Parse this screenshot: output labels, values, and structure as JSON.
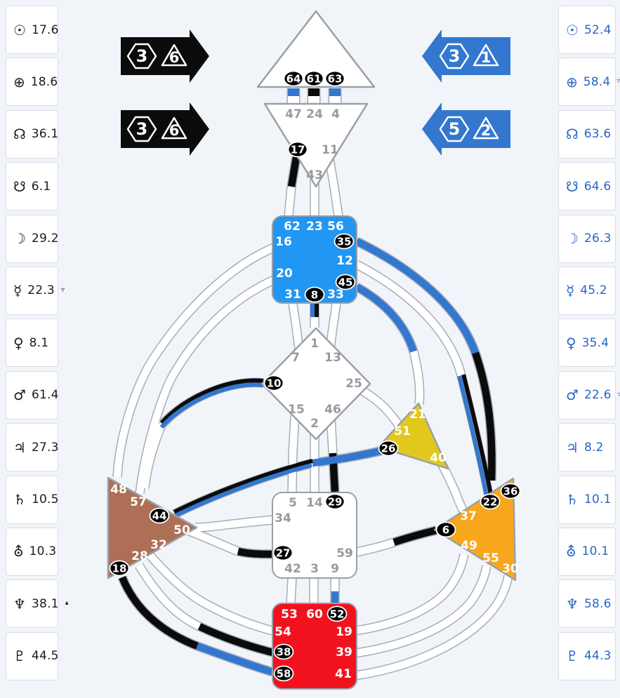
{
  "palette": {
    "background": "#f1f4f9",
    "design_color": "#0b0b0b",
    "personality_color": "#3377cf",
    "personality_text": "#2767c6",
    "throat_fill": "#2196f3",
    "heart_fill": "#e2c81d",
    "spleen_fill": "#ad6f55",
    "solar_plexus_fill": "#f7a71b",
    "root_fill": "#f2121e",
    "white_center_fill": "#ffffff",
    "inactive_gate_gray": "#9a9a9a",
    "center_border": "#9aa0a8",
    "channel_outline": "#a7adb5"
  },
  "design_column": [
    {
      "planet": "sun",
      "glyph": "☉",
      "value": "17.6",
      "marker": ""
    },
    {
      "planet": "earth",
      "glyph": "⊕",
      "value": "18.6",
      "marker": ""
    },
    {
      "planet": "north-node",
      "glyph": "☊",
      "value": "36.1",
      "marker": ""
    },
    {
      "planet": "south-node",
      "glyph": "☋",
      "value": "6.1",
      "marker": ""
    },
    {
      "planet": "moon",
      "glyph": "☽",
      "value": "29.2",
      "marker": ""
    },
    {
      "planet": "mercury",
      "glyph": "☿",
      "value": "22.3",
      "marker": "▿"
    },
    {
      "planet": "venus",
      "glyph": "♀",
      "value": "8.1",
      "marker": ""
    },
    {
      "planet": "mars",
      "glyph": "♂",
      "value": "61.4",
      "marker": ""
    },
    {
      "planet": "jupiter",
      "glyph": "♃",
      "value": "27.3",
      "marker": ""
    },
    {
      "planet": "saturn",
      "glyph": "♄",
      "value": "10.5",
      "marker": ""
    },
    {
      "planet": "uranus",
      "glyph": "⛢",
      "value": "10.3",
      "marker": ""
    },
    {
      "planet": "neptune",
      "glyph": "♆",
      "value": "38.1",
      "marker": "▴"
    },
    {
      "planet": "pluto",
      "glyph": "♇",
      "value": "44.5",
      "marker": ""
    }
  ],
  "personality_column": [
    {
      "planet": "sun",
      "glyph": "☉",
      "value": "52.4",
      "marker": ""
    },
    {
      "planet": "earth",
      "glyph": "⊕",
      "value": "58.4",
      "marker": "▿"
    },
    {
      "planet": "north-node",
      "glyph": "☊",
      "value": "63.6",
      "marker": ""
    },
    {
      "planet": "south-node",
      "glyph": "☋",
      "value": "64.6",
      "marker": ""
    },
    {
      "planet": "moon",
      "glyph": "☽",
      "value": "26.3",
      "marker": ""
    },
    {
      "planet": "mercury",
      "glyph": "☿",
      "value": "45.2",
      "marker": ""
    },
    {
      "planet": "venus",
      "glyph": "♀",
      "value": "35.4",
      "marker": ""
    },
    {
      "planet": "mars",
      "glyph": "♂",
      "value": "22.6",
      "marker": "▿"
    },
    {
      "planet": "jupiter",
      "glyph": "♃",
      "value": "8.2",
      "marker": ""
    },
    {
      "planet": "saturn",
      "glyph": "♄",
      "value": "10.1",
      "marker": ""
    },
    {
      "planet": "uranus",
      "glyph": "⛢",
      "value": "10.1",
      "marker": ""
    },
    {
      "planet": "neptune",
      "glyph": "♆",
      "value": "58.6",
      "marker": ""
    },
    {
      "planet": "pluto",
      "glyph": "♇",
      "value": "44.3",
      "marker": ""
    }
  ],
  "profile_arrows": {
    "design": [
      {
        "hexagon": "3",
        "triangle": "6"
      },
      {
        "hexagon": "3",
        "triangle": "6"
      }
    ],
    "personality": [
      {
        "hexagon": "3",
        "triangle": "1"
      },
      {
        "hexagon": "5",
        "triangle": "2"
      }
    ]
  },
  "centers": {
    "head": {
      "fill": "white",
      "gates": [
        {
          "num": "64",
          "active": true
        },
        {
          "num": "61",
          "active": true
        },
        {
          "num": "63",
          "active": true
        }
      ]
    },
    "ajna": {
      "fill": "white",
      "gates": [
        {
          "num": "47",
          "active": false
        },
        {
          "num": "24",
          "active": false
        },
        {
          "num": "4",
          "active": false
        },
        {
          "num": "17",
          "active": true
        },
        {
          "num": "11",
          "active": false
        },
        {
          "num": "43",
          "active": false
        }
      ]
    },
    "throat": {
      "fill": "throat",
      "gates": [
        {
          "num": "62",
          "active": false
        },
        {
          "num": "23",
          "active": false
        },
        {
          "num": "56",
          "active": false
        },
        {
          "num": "16",
          "active": false
        },
        {
          "num": "35",
          "active": true
        },
        {
          "num": "12",
          "active": false
        },
        {
          "num": "20",
          "active": false
        },
        {
          "num": "45",
          "active": true
        },
        {
          "num": "31",
          "active": false
        },
        {
          "num": "8",
          "active": true
        },
        {
          "num": "33",
          "active": false
        }
      ]
    },
    "g": {
      "fill": "white",
      "gates": [
        {
          "num": "1",
          "active": false
        },
        {
          "num": "7",
          "active": false
        },
        {
          "num": "13",
          "active": false
        },
        {
          "num": "10",
          "active": true
        },
        {
          "num": "25",
          "active": false
        },
        {
          "num": "15",
          "active": false
        },
        {
          "num": "46",
          "active": false
        },
        {
          "num": "2",
          "active": false
        }
      ]
    },
    "heart": {
      "fill": "heart",
      "gates": [
        {
          "num": "21",
          "active": false
        },
        {
          "num": "51",
          "active": false
        },
        {
          "num": "26",
          "active": true
        },
        {
          "num": "40",
          "active": false
        }
      ]
    },
    "spleen": {
      "fill": "spleen",
      "gates": [
        {
          "num": "48",
          "active": false
        },
        {
          "num": "57",
          "active": false
        },
        {
          "num": "44",
          "active": true
        },
        {
          "num": "50",
          "active": false
        },
        {
          "num": "32",
          "active": false
        },
        {
          "num": "28",
          "active": false
        },
        {
          "num": "18",
          "active": true
        }
      ]
    },
    "solar_plexus": {
      "fill": "solar",
      "gates": [
        {
          "num": "36",
          "active": true
        },
        {
          "num": "22",
          "active": true
        },
        {
          "num": "37",
          "active": false
        },
        {
          "num": "6",
          "active": true
        },
        {
          "num": "49",
          "active": false
        },
        {
          "num": "55",
          "active": false
        },
        {
          "num": "30",
          "active": false
        }
      ]
    },
    "sacral": {
      "fill": "white",
      "gates": [
        {
          "num": "5",
          "active": false
        },
        {
          "num": "14",
          "active": false
        },
        {
          "num": "29",
          "active": true
        },
        {
          "num": "34",
          "active": false
        },
        {
          "num": "27",
          "active": true
        },
        {
          "num": "59",
          "active": false
        },
        {
          "num": "42",
          "active": false
        },
        {
          "num": "3",
          "active": false
        },
        {
          "num": "9",
          "active": false
        }
      ]
    },
    "root": {
      "fill": "root",
      "gates": [
        {
          "num": "53",
          "active": false
        },
        {
          "num": "60",
          "active": false
        },
        {
          "num": "52",
          "active": true
        },
        {
          "num": "54",
          "active": false
        },
        {
          "num": "19",
          "active": false
        },
        {
          "num": "38",
          "active": true
        },
        {
          "num": "39",
          "active": false
        },
        {
          "num": "58",
          "active": true
        },
        {
          "num": "41",
          "active": false
        }
      ]
    }
  },
  "channels": [
    {
      "id": "64-47",
      "aAct": "personality",
      "bAct": null
    },
    {
      "id": "61-24",
      "aAct": "design",
      "bAct": null
    },
    {
      "id": "63-4",
      "aAct": "personality",
      "bAct": null
    },
    {
      "id": "17-62",
      "aAct": "design",
      "bAct": null
    },
    {
      "id": "43-23",
      "aAct": null,
      "bAct": null
    },
    {
      "id": "11-56",
      "aAct": null,
      "bAct": null
    },
    {
      "id": "31-7",
      "aAct": null,
      "bAct": null
    },
    {
      "id": "8-1",
      "aAct": "both",
      "bAct": null
    },
    {
      "id": "33-13",
      "aAct": null,
      "bAct": null
    },
    {
      "id": "15-5",
      "aAct": null,
      "bAct": null
    },
    {
      "id": "2-14",
      "aAct": null,
      "bAct": null
    },
    {
      "id": "46-29",
      "aAct": null,
      "bAct": "design"
    },
    {
      "id": "42-53",
      "aAct": null,
      "bAct": null
    },
    {
      "id": "3-60",
      "aAct": null,
      "bAct": null
    },
    {
      "id": "9-52",
      "aAct": null,
      "bAct": "personality"
    },
    {
      "id": "16-48",
      "aAct": null,
      "bAct": null
    },
    {
      "id": "20-57",
      "aAct": null,
      "bAct": null
    },
    {
      "id": "10-57",
      "aAct": "both",
      "bAct": null
    },
    {
      "id": "34-57",
      "aAct": null,
      "bAct": null
    },
    {
      "id": "50-27",
      "aAct": null,
      "bAct": "design"
    },
    {
      "id": "18-58",
      "aAct": "design",
      "bAct": "personality"
    },
    {
      "id": "28-38",
      "aAct": null,
      "bAct": "design"
    },
    {
      "id": "32-54",
      "aAct": null,
      "bAct": null
    },
    {
      "id": "35-36",
      "aAct": "personality",
      "bAct": "design"
    },
    {
      "id": "12-22",
      "aAct": null,
      "bAct": "both"
    },
    {
      "id": "45-21",
      "aAct": "personality",
      "bAct": null
    },
    {
      "id": "25-51",
      "aAct": null,
      "bAct": null
    },
    {
      "id": "37-40",
      "aAct": null,
      "bAct": null
    },
    {
      "id": "59-6",
      "aAct": null,
      "bAct": "design"
    },
    {
      "id": "26-44",
      "aAct": "personality",
      "bAct": "both"
    },
    {
      "id": "19-49",
      "aAct": null,
      "bAct": null
    },
    {
      "id": "39-55",
      "aAct": null,
      "bAct": null
    },
    {
      "id": "41-30",
      "aAct": null,
      "bAct": null
    }
  ]
}
